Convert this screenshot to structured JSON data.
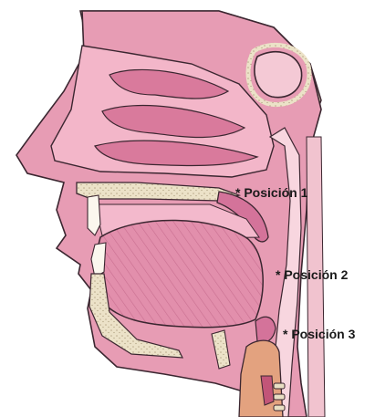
{
  "labels": [
    {
      "marker": "*",
      "text": "Posición 1"
    },
    {
      "marker": "*",
      "text": "Posición 2"
    },
    {
      "marker": "*",
      "text": "Posición 3"
    }
  ],
  "colors": {
    "tissue": "#e79cb4",
    "tissue_dark": "#b64d74",
    "cavity": "#f6c6d4",
    "bone": "#e9dfc4",
    "tongue": "#db7fa0",
    "outline": "#3b2630"
  }
}
